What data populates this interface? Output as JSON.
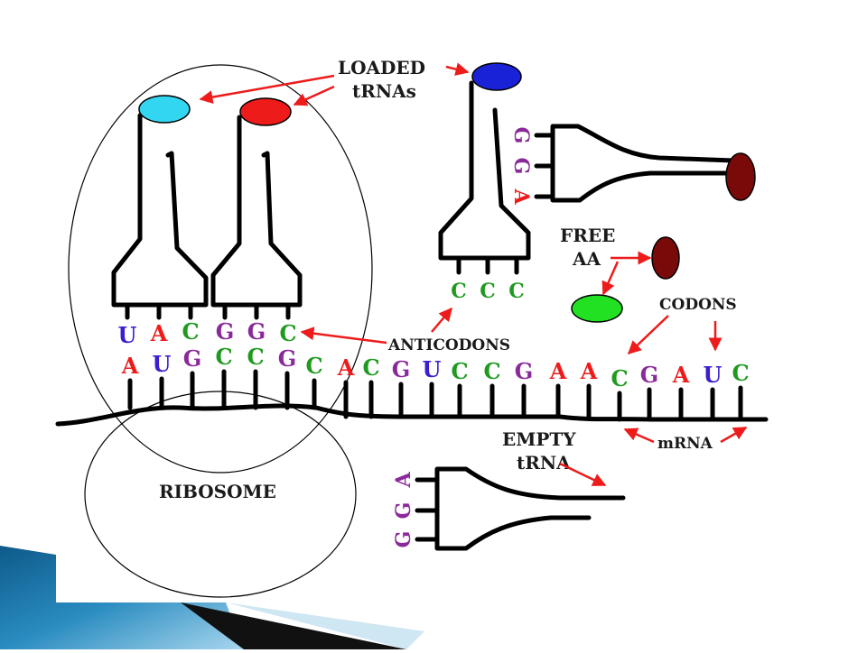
{
  "labels": {
    "loaded_trnas_line1": "LOADED",
    "loaded_trnas_line2": "tRNAs",
    "free_aa_line1": "FREE",
    "free_aa_line2": "AA",
    "codons": "CODONS",
    "anticodons": "ANTICODONS",
    "empty_trna_line1": "EMPTY",
    "empty_trna_line2": "tRNA",
    "mrna": "mRNA",
    "ribosome": "RIBOSOME"
  },
  "anticodon_bases": [
    {
      "letter": "U",
      "color": "#3a1fd0"
    },
    {
      "letter": "A",
      "color": "#ee1b1b"
    },
    {
      "letter": "C",
      "color": "#1f9a1f"
    },
    {
      "letter": "G",
      "color": "#8a2a9a"
    },
    {
      "letter": "G",
      "color": "#8a2a9a"
    },
    {
      "letter": "C",
      "color": "#1f9a1f"
    }
  ],
  "mrna_bases": [
    {
      "letter": "A",
      "color": "#ee1b1b"
    },
    {
      "letter": "U",
      "color": "#3a1fd0"
    },
    {
      "letter": "G",
      "color": "#8a2a9a"
    },
    {
      "letter": "C",
      "color": "#1f9a1f"
    },
    {
      "letter": "C",
      "color": "#1f9a1f"
    },
    {
      "letter": "G",
      "color": "#8a2a9a"
    },
    {
      "letter": "C",
      "color": "#1f9a1f"
    },
    {
      "letter": "A",
      "color": "#ee1b1b"
    },
    {
      "letter": "C",
      "color": "#1f9a1f"
    },
    {
      "letter": "G",
      "color": "#8a2a9a"
    },
    {
      "letter": "U",
      "color": "#3a1fd0"
    },
    {
      "letter": "C",
      "color": "#1f9a1f"
    },
    {
      "letter": "C",
      "color": "#1f9a1f"
    },
    {
      "letter": "G",
      "color": "#8a2a9a"
    },
    {
      "letter": "A",
      "color": "#ee1b1b"
    },
    {
      "letter": "A",
      "color": "#ee1b1b"
    },
    {
      "letter": "C",
      "color": "#1f9a1f"
    },
    {
      "letter": "G",
      "color": "#8a2a9a"
    },
    {
      "letter": "A",
      "color": "#ee1b1b"
    },
    {
      "letter": "U",
      "color": "#3a1fd0"
    },
    {
      "letter": "C",
      "color": "#1f9a1f"
    }
  ],
  "free_trna_anticodon": [
    {
      "letter": "C",
      "color": "#1f9a1f"
    },
    {
      "letter": "C",
      "color": "#1f9a1f"
    },
    {
      "letter": "C",
      "color": "#1f9a1f"
    }
  ],
  "right_trna_anticodon": [
    {
      "letter": "G",
      "color": "#8a2a9a"
    },
    {
      "letter": "G",
      "color": "#8a2a9a"
    },
    {
      "letter": "A",
      "color": "#ee1b1b"
    }
  ],
  "empty_trna_anticodon": [
    {
      "letter": "A",
      "color": "#8a2a9a"
    },
    {
      "letter": "G",
      "color": "#8a2a9a"
    },
    {
      "letter": "G",
      "color": "#8a2a9a"
    }
  ],
  "amino_acid_colors": {
    "cyan": "#33d6f0",
    "red": "#ee1b1b",
    "blue": "#1a22d8",
    "maroon": "#7a0a0a",
    "green": "#22e022"
  },
  "arrow_color": "#ee1b1b"
}
